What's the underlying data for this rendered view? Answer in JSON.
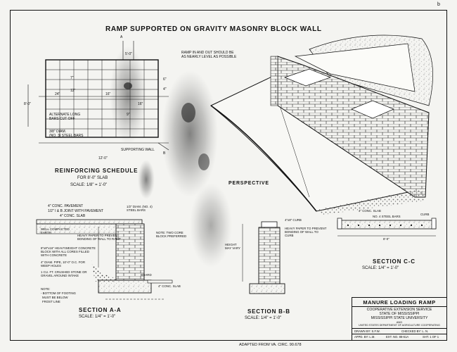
{
  "title": "RAMP SUPPORTED ON GRAVITY MASONRY BLOCK WALL",
  "top_right_mark": "b",
  "notes": {
    "ramp_note": [
      "RAMP IN AND OUT SHOULD BE",
      "AS NEARLY LEVEL AS POSSIBLE"
    ],
    "perspective": "PERSPECTIVE",
    "supporting_wall": "SUPPORTING WALL",
    "alternate_long": [
      "ALTERNATE LONG",
      "BARS CUT OFF"
    ],
    "steel_bars": [
      "3/8\" DIAM.",
      "(NO. 3) STEEL BARS"
    ]
  },
  "plan_dims": {
    "d1": "7\"",
    "d2": "12\"",
    "d3": "24\"",
    "d4": "16\"",
    "d5": "8'-0\"",
    "d6": "6\"",
    "d7": "4\"",
    "d8": "9\"",
    "d9": "12'-0\"",
    "d10": "5'-0\"",
    "d11": "16\"",
    "mark_a": "A",
    "mark_b": "B"
  },
  "reinforcing": {
    "heading": "REINFORCING SCHEDULE",
    "sub": "FOR 8'-0\" SLAB",
    "scale": "SCALE: 1/8\" = 1'-0\""
  },
  "section_aa": {
    "labels": [
      "4\" CONC. PAVEMENT",
      "1/2\" I & B JOINT WITH PAVEMENT",
      "4\" CONC. SLAB",
      "WELL COMPACTED EARTH",
      "HEAVY PAPER TO PREVENT BONDING OF WALL TO RAMP",
      "8\"x8\"x16\" HEAVYWEIGHT CONCRETE BLOCK WITH ALL CORES FILLED WITH CONCRETE",
      "4\" DIAM. PIPE, 10'-0\" O.C. FOR WEEP HOLES",
      "1 CU. FT. CRUSHED STONE OR GRAVEL AROUND INTAKE",
      "1/2\" DIAM. (NO. 4) STEEL BARS",
      "NOTE: TWO CORE BLOCK PREFERRED",
      "4\" CONC. SLAB",
      "BOARD"
    ],
    "note": [
      "NOTE:",
      "- BOTTOM OF FOOTING",
      "MUST BE BELOW",
      "FROST LINE"
    ],
    "heading": "SECTION  A-A",
    "scale": "SCALE: 1/4\" = 1'-0\""
  },
  "section_bb": {
    "labels": [
      "4\"x8\" CURB",
      "HEAVY PAPER TO PREVENT BONDING OF WALL TO CURB",
      "HEIGHT MAY VARY"
    ],
    "heading": "SECTION  B-B",
    "scale": "SCALE: 1/4\" = 1'-0\""
  },
  "section_cc": {
    "labels": [
      "4\" CONC. SLAB",
      "NO. 4 STEEL BARS",
      "CURB",
      "8'-0\""
    ],
    "heading": "SECTION  C-C",
    "scale": "SCALE: 1/4\" = 1'-0\""
  },
  "adapted": "ADAPTED FROM VA. CIRC. 90.678",
  "title_block": {
    "name": "MANURE LOADING RAMP",
    "org1": "COOPERATIVE EXTENSION SERVICE",
    "org2": "STATE OF MISSISSIPPI",
    "org3": "MISSISSIPPI STATE UNIVERSITY",
    "and": "AND",
    "org4": "UNITED STATES DEPARTMENT OF AGRICULTURE COOPERATING",
    "drawn": "DRAWN BY: S.F.W.",
    "checked": "CHECKED BY: L. N.",
    "approved": "APPD. BY: L.M.",
    "ext_no": "EXT. NO. 88-61A",
    "sheet": "SHT. 1 OF 1"
  }
}
